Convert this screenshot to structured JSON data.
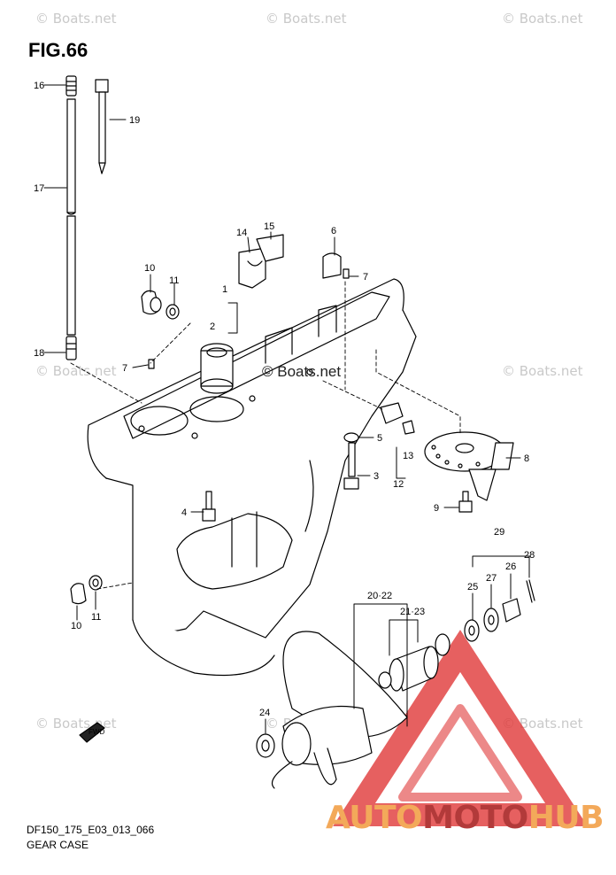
{
  "figure": {
    "title": "FIG.66",
    "code": "DF150_175_E03_013_066",
    "caption": "GEAR CASE",
    "fwd_label": "FWD"
  },
  "watermarks": [
    "© Boats.net",
    "© Boats.net",
    "© Boats.net",
    "© Boats.net",
    "© Boats.net",
    "© Boats.net",
    "© Boats.net",
    "© Boats.net",
    "© Boats.net"
  ],
  "center_watermark": "© Boats.net",
  "brand": {
    "part1": "AUTO",
    "part2": "MOTO",
    "part3": "HUB",
    "color_light": "#f3a95a",
    "color_dark": "#b23a3a",
    "triangle_color": "#e03838"
  },
  "callouts": {
    "c16": "16",
    "c19": "19",
    "c17": "17",
    "c18": "18",
    "c14": "14",
    "c15": "15",
    "c6": "6",
    "c7a": "7",
    "c10a": "10",
    "c11a": "11",
    "c1": "1",
    "c2": "2",
    "c7b": "7",
    "c5": "5",
    "c13": "13",
    "c12": "12",
    "c3": "3",
    "c8": "8",
    "c4": "4",
    "c9": "9",
    "c10b": "10",
    "c11b": "11",
    "c2022": "20·22",
    "c2123": "21·23",
    "c29": "29",
    "c25": "25",
    "c27": "27",
    "c26": "26",
    "c28": "28",
    "c24": "24"
  }
}
